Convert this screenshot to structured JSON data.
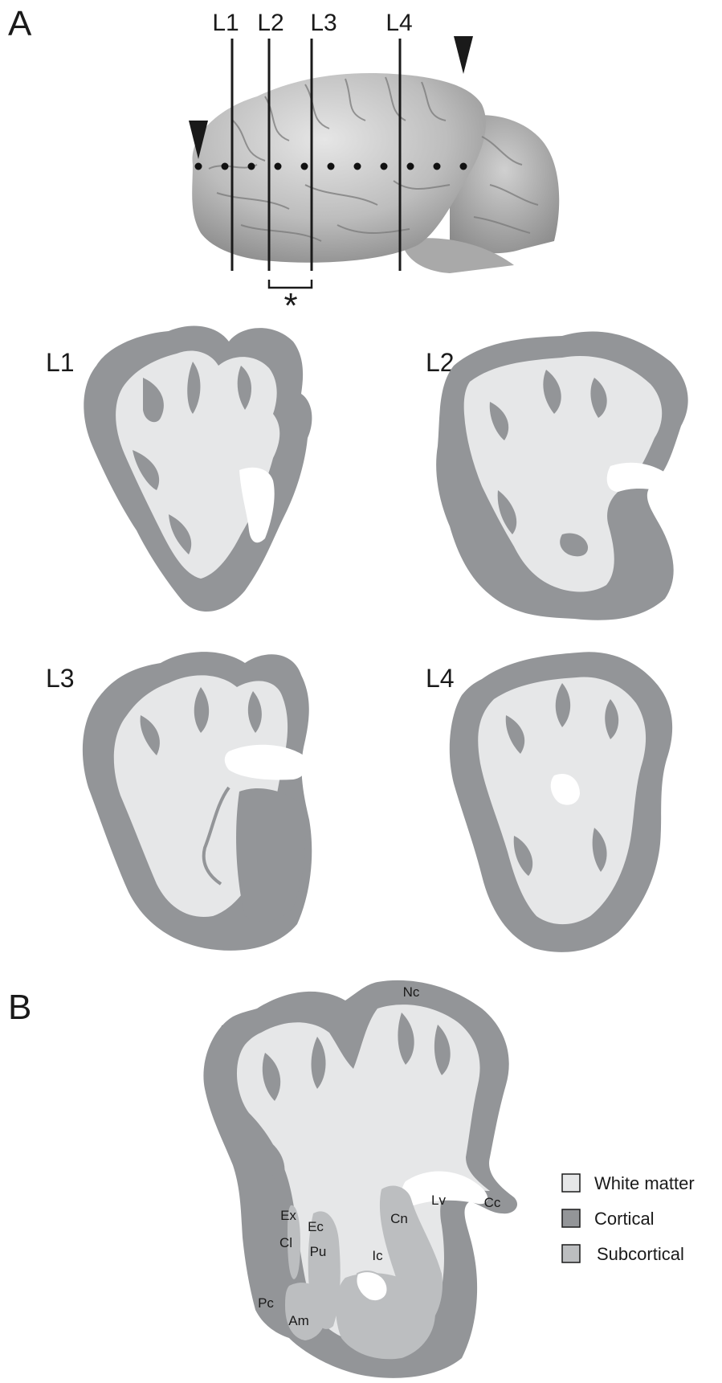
{
  "panel_a": {
    "letter": "A",
    "cut_lines": [
      "L1",
      "L2",
      "L3",
      "L4"
    ],
    "bracket_marker": "*",
    "sections": [
      "L1",
      "L2",
      "L3",
      "L4"
    ]
  },
  "panel_b": {
    "letter": "B",
    "marker": "*",
    "regions": {
      "nc": "Nc",
      "lv": "Lv",
      "cc": "Cc",
      "cn": "Cn",
      "ex": "Ex",
      "ec": "Ec",
      "cl": "Cl",
      "pu": "Pu",
      "ic": "Ic",
      "pc": "Pc",
      "am": "Am"
    }
  },
  "legend": [
    {
      "label": "White matter",
      "color": "#e6e7e8"
    },
    {
      "label": "Cortical",
      "color": "#939598"
    },
    {
      "label": "Subcortical",
      "color": "#bcbec0"
    }
  ],
  "colors": {
    "cortical": "#939598",
    "white_matter": "#e6e7e8",
    "subcortical": "#bcbec0",
    "ventricle": "#ffffff",
    "brain_photo": "#b8b8b8"
  }
}
